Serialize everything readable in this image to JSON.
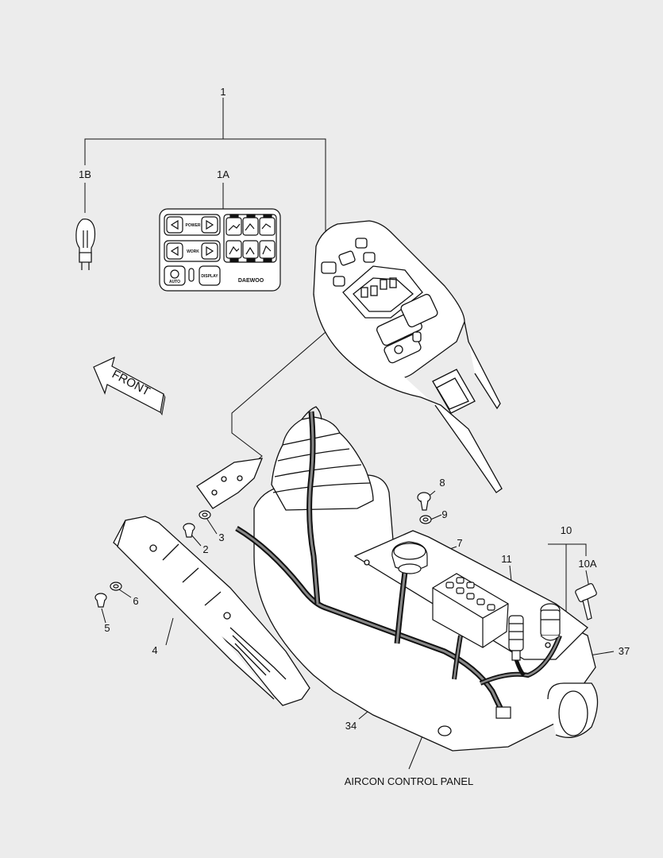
{
  "callouts": {
    "c1": "1",
    "c1a": "1A",
    "c1b": "1B",
    "c2": "2",
    "c3": "3",
    "c4": "4",
    "c5": "5",
    "c6": "6",
    "c7": "7",
    "c8": "8",
    "c9": "9",
    "c10": "10",
    "c10a": "10A",
    "c11": "11",
    "c34": "34",
    "c37": "37"
  },
  "front_arrow": "FRONT",
  "aircon_label": "AIRCON CONTROL PANEL",
  "panel": {
    "power": "POWER",
    "work": "WORK",
    "auto": "AUTO",
    "display": "DISPLAY",
    "brand": "DAEWOO"
  }
}
